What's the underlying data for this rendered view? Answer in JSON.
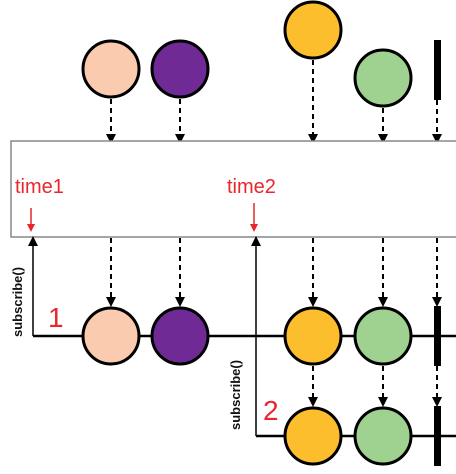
{
  "operator_box": {
    "markers": [
      {
        "label": "time1",
        "color": "#e8262b"
      },
      {
        "label": "time2",
        "color": "#e8262b"
      }
    ]
  },
  "marbles": [
    {
      "id": "peach",
      "color": "#fbcbb0"
    },
    {
      "id": "purple",
      "color": "#6f2a96"
    },
    {
      "id": "orange",
      "color": "#fcbe2c"
    },
    {
      "id": "green",
      "color": "#9fd290"
    }
  ],
  "subscriptions": [
    {
      "number": "1",
      "call_label": "subscribe()",
      "emits": [
        "peach",
        "purple",
        "orange",
        "green"
      ],
      "completes": true
    },
    {
      "number": "2",
      "call_label": "subscribe()",
      "emits": [
        "orange",
        "green"
      ],
      "completes": true
    }
  ],
  "colors": {
    "annotation": "#e8262b",
    "stroke": "#000000",
    "box_border": "#888888"
  }
}
